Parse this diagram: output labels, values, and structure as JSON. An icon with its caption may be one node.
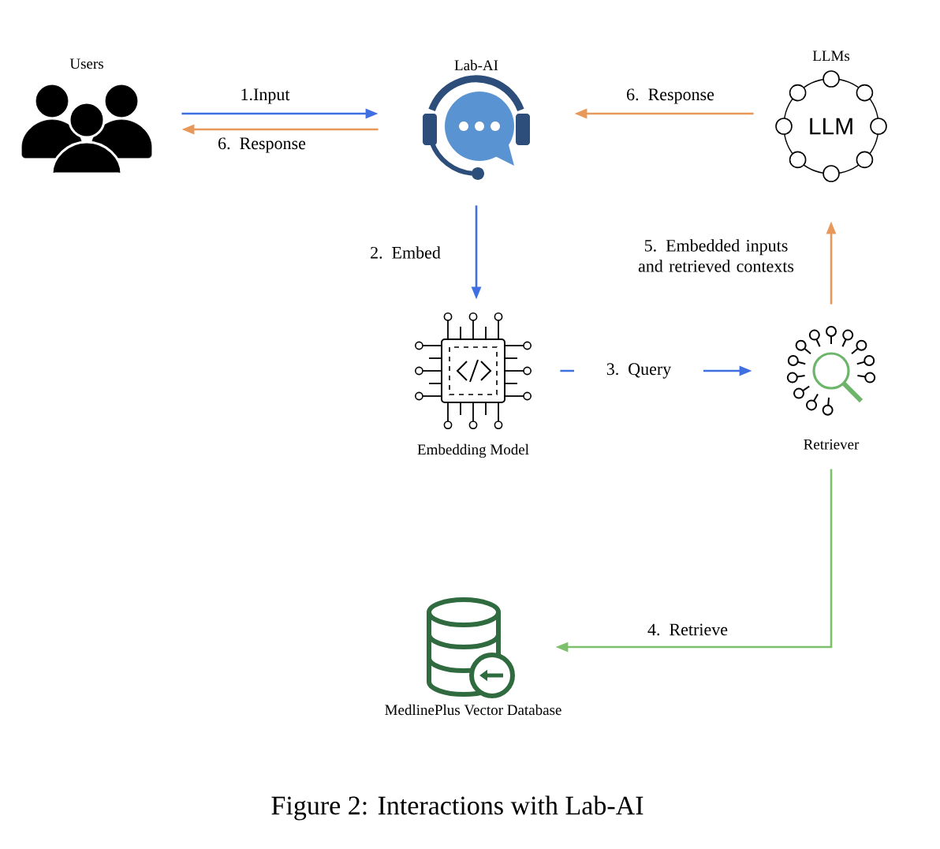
{
  "diagram": {
    "caption": "Figure 2: Interactions with Lab-AI",
    "nodes": [
      {
        "text": [
          "Users"
        ]
      },
      {
        "text": [
          "Lab-AI"
        ]
      },
      {
        "text": [
          "LLMs"
        ]
      },
      {
        "text": [
          "Embedding Model"
        ]
      },
      {
        "text": [
          "Retriever"
        ]
      },
      {
        "text": [
          "MedlinePlus Vector Database"
        ]
      }
    ],
    "edges": [
      {
        "from": 0,
        "to": 1,
        "arrow": "to",
        "label": "1.Input",
        "color": "#3f6fe0"
      },
      {
        "from": 1,
        "to": 0,
        "arrow": "to",
        "label": "6. Response",
        "color": "#e8985a"
      },
      {
        "from": 2,
        "to": 1,
        "arrow": "to",
        "label": "6. Response",
        "color": "#e8985a"
      },
      {
        "from": 1,
        "to": 3,
        "arrow": "to",
        "label": "2. Embed",
        "color": "#3f6fe0"
      },
      {
        "from": 3,
        "to": 4,
        "arrow": "to",
        "label": "3. Query",
        "color": "#3f6fe0"
      },
      {
        "from": 4,
        "to": 5,
        "arrow": "to",
        "label": "4. Retrieve",
        "color": "#7cc06c"
      },
      {
        "from": 4,
        "to": 2,
        "arrow": "to",
        "label": "5. Embedded inputs and retrieved contexts",
        "color": "#e8985a"
      }
    ],
    "labels": [
      "LLM"
    ]
  }
}
